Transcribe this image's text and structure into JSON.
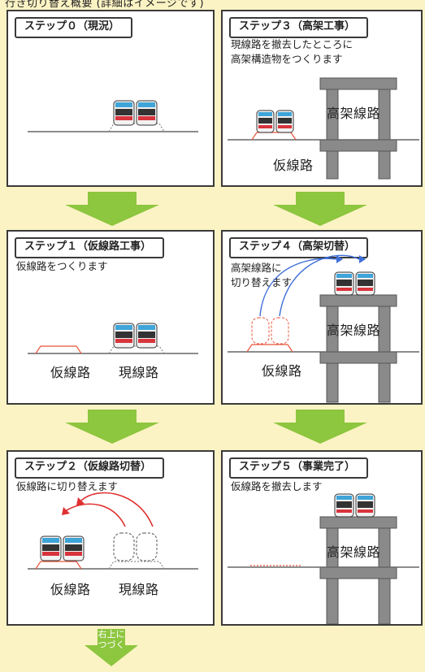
{
  "header": {
    "caption": "行き切り替え概要 (詳細はイメージです)"
  },
  "steps": [
    {
      "title": "ステップ０（現況）",
      "description": ""
    },
    {
      "title": "ステップ１（仮線路工事）",
      "description": "仮線路をつくります",
      "labels": {
        "temp_track": "仮線路",
        "current_track": "現線路"
      }
    },
    {
      "title": "ステップ２（仮線路切替）",
      "description": "仮線路に切り替えます",
      "labels": {
        "temp_track": "仮線路",
        "current_track": "現線路"
      }
    },
    {
      "title": "ステップ３（高架工事）",
      "description_lines": [
        "現線路を撤去したところに",
        "高架構造物をつくります"
      ],
      "labels": {
        "elevated_track": "高架線路",
        "temp_track": "仮線路"
      }
    },
    {
      "title": "ステップ４（高架切替）",
      "description_lines": [
        "高架線路に",
        "切り替えます"
      ],
      "labels": {
        "elevated_track": "高架線路",
        "temp_track": "仮線路"
      }
    },
    {
      "title": "ステップ５（事業完了）",
      "description": "仮線路を撤去します",
      "labels": {
        "elevated_track": "高架線路"
      }
    }
  ],
  "continue_arrow": {
    "line1": "右上に",
    "line2": "つづく"
  },
  "colors": {
    "arrow": "#8dc63f",
    "temp_track": "#e8553a",
    "train_red": "#d8343c",
    "train_blue": "#3fa4d8"
  }
}
